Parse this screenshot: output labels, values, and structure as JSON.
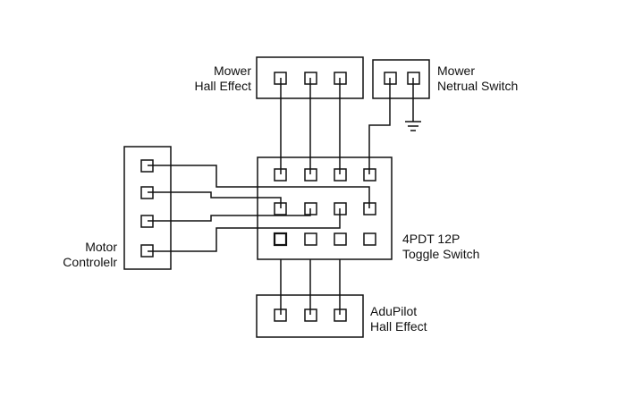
{
  "labels": {
    "mower_hall": [
      "Mower",
      "Hall Effect"
    ],
    "mower_neutral": [
      "Mower",
      "Netrual Switch"
    ],
    "motor_controller": [
      "Motor",
      "Controlelr"
    ],
    "toggle_switch": [
      "4PDT 12P",
      "Toggle Switch"
    ],
    "adupilot_hall": [
      "AduPilot",
      "Hall Effect"
    ]
  },
  "icons": {
    "ground": "ground-symbol-icon"
  }
}
